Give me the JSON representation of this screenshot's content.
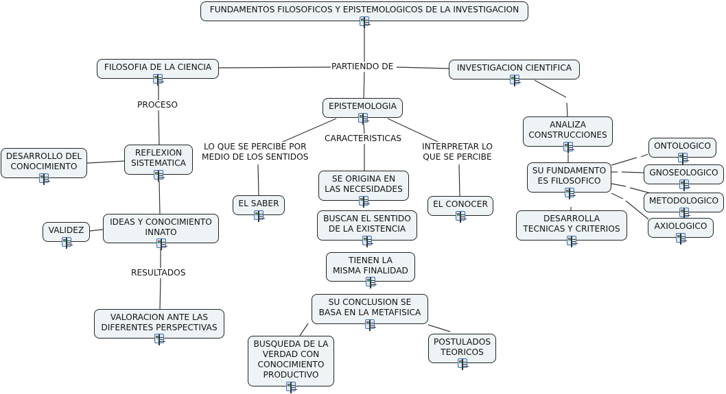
{
  "title": "FUNDAMENTOS FILOSOFICOS Y EPISTEMOLOGICOS DE LA INVESTIGACION",
  "resource_icon": "document-with-image-icon",
  "concepts": {
    "root": "FUNDAMENTOS FILOSOFICOS Y EPISTEMOLOGICOS DE LA INVESTIGACION",
    "filosofia": "FILOSOFIA DE LA CIENCIA",
    "investigacion": "INVESTIGACION CIENTIFICA",
    "epistemologia": "EPISTEMOLOGIA",
    "reflexion": "REFLEXION\nSISTEMATICA",
    "desarrollo": "DESARROLLO DEL\nCONOCIMIENTO",
    "ideas": "IDEAS Y CONOCIMIENTO\nINNATO",
    "validez": "VALIDEZ",
    "valoracion": "VALORACION ANTE LAS\nDIFERENTES PERSPECTIVAS",
    "saber": "EL SABER",
    "origina": "SE ORIGINA EN\nLAS NECESIDADES",
    "buscan": "BUSCAN EL SENTIDO\nDE LA EXISTENCIA",
    "finalidad": "TIENEN LA\nMISMA FINALIDAD",
    "conclusion": "SU CONCLUSION SE\nBASA EN LA METAFISICA",
    "busqueda": "BUSQUEDA DE LA\nVERDAD CON\nCONOCIMIENTO\nPRODUCTIVO",
    "postulados": "POSTULADOS\nTEORICOS",
    "conocer": "EL CONOCER",
    "analiza": "ANALIZA\nCONSTRUCCIONES",
    "fundamento": "SU FUNDAMENTO\nES FILOSOFICO",
    "desarrolla": "DESARROLLA\nTECNICAS Y CRITERIOS",
    "ontologico": "ONTOLOGICO",
    "gnoseologico": "GNOSEOLOGICO",
    "metodologico": "METODOLOGICO",
    "axiologico": "AXIOLOGICO"
  },
  "link_phrases": {
    "partiendo": "PARTIENDO DE",
    "proceso": "PROCESO",
    "resultados": "RESULTADOS",
    "percibe": "LO QUE SE PERCIBE POR\nMEDIO DE LOS SENTIDOS",
    "caracteristicas": "CARACTERISTICAS",
    "interpretar": "INTERPRETAR LO\nQUE SE PERCIBE"
  },
  "colors": {
    "node_fill": "#eef3f6",
    "node_border": "#222222",
    "link": "#333333",
    "icon_border": "#3a6fb5",
    "icon_paper": "#fbf6c8"
  }
}
